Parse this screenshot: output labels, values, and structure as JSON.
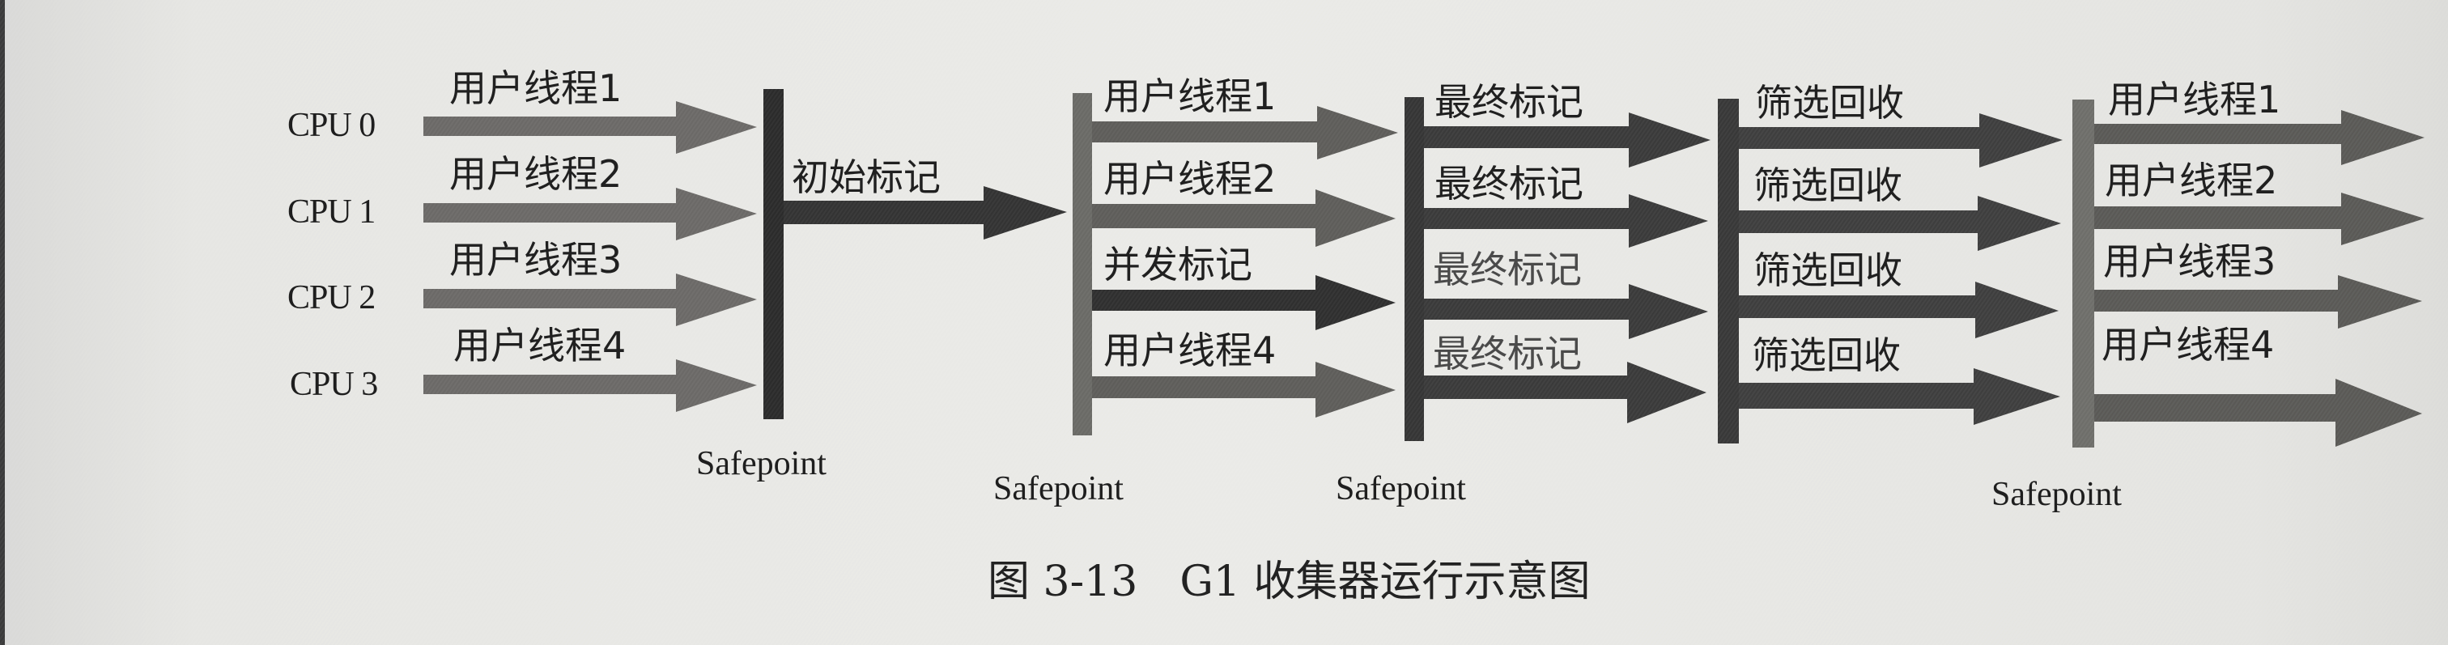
{
  "figure": {
    "caption": "图 3-13　G1 收集器运行示意图",
    "colors": {
      "background": "#e8e8e5",
      "bar_dark": "#2a2a2a",
      "bar_gray": "#6a6a66",
      "arrow_gray": "#6b6967",
      "arrow_dark": "#353535",
      "text": "#1e1e1e"
    }
  },
  "cpus": [
    "CPU 0",
    "CPU 1",
    "CPU 2",
    "CPU 3"
  ],
  "stages": [
    {
      "name": "user-threads-initial",
      "labels": [
        "用户线程1",
        "用户线程2",
        "用户线程3",
        "用户线程4"
      ]
    },
    {
      "name": "initial-mark",
      "labels": [
        "初始标记"
      ]
    },
    {
      "name": "concurrent-mark",
      "labels": [
        "用户线程1",
        "用户线程2",
        "并发标记",
        "用户线程4"
      ]
    },
    {
      "name": "final-mark",
      "labels": [
        "最终标记",
        "最终标记",
        "最终标记",
        "最终标记"
      ]
    },
    {
      "name": "live-data-counting-evacuation",
      "labels": [
        "筛选回收",
        "筛选回收",
        "筛选回收",
        "筛选回收"
      ]
    },
    {
      "name": "user-threads-resume",
      "labels": [
        "用户线程1",
        "用户线程2",
        "用户线程3",
        "用户线程4"
      ]
    }
  ],
  "safepoints": [
    "Safepoint",
    "Safepoint",
    "Safepoint",
    "Safepoint"
  ]
}
